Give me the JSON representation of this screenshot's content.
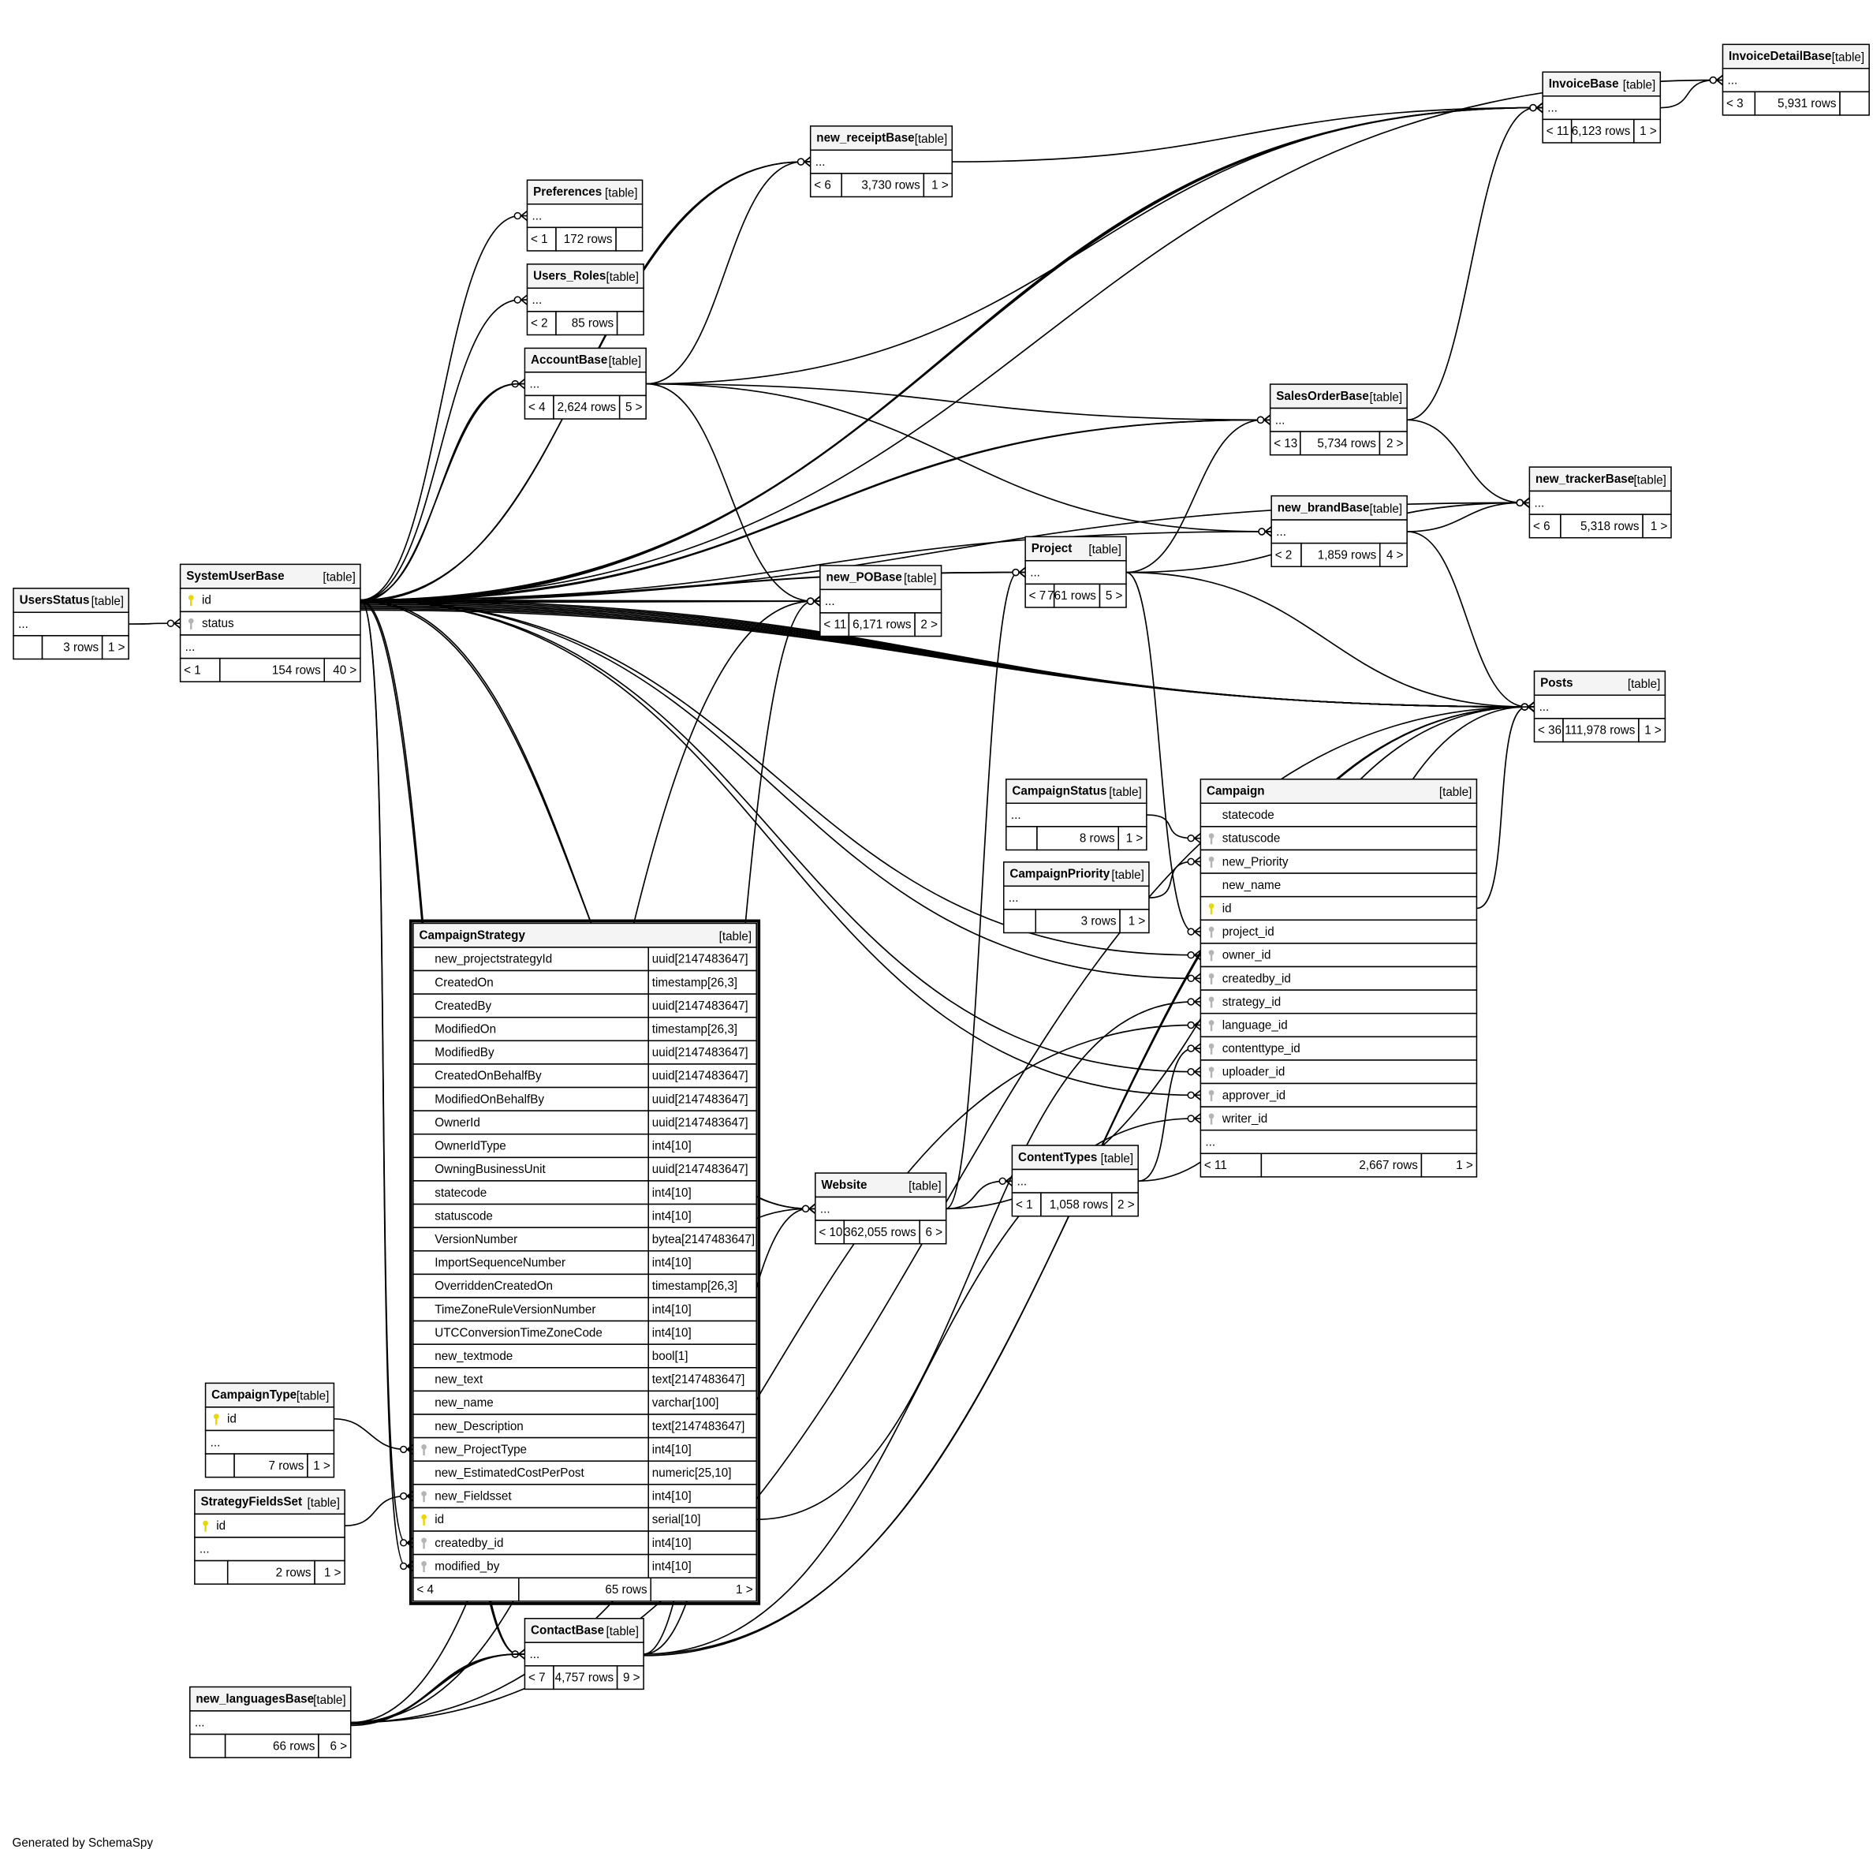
{
  "diagram": {
    "generator_label": "Generated by SchemaSpy",
    "colors": {
      "primary_key": "#e6d800",
      "foreign_key": "#b4b4b4",
      "header": "#f4f4f4",
      "line": "#000000"
    },
    "tables": [
      {
        "name": "UsersStatus",
        "kind": "[table]",
        "columns": [
          {
            "name": "...",
            "key": ""
          }
        ],
        "footer": {
          "parents": "",
          "rows": "3 rows",
          "children": "1 >"
        }
      },
      {
        "name": "SystemUserBase",
        "kind": "[table]",
        "columns": [
          {
            "name": "id",
            "key": "pk"
          },
          {
            "name": "status",
            "key": "fk"
          },
          {
            "name": "...",
            "key": ""
          }
        ],
        "footer": {
          "parents": "< 1",
          "rows": "154 rows",
          "children": "40 >"
        }
      },
      {
        "name": "Preferences",
        "kind": "[table]",
        "columns": [
          {
            "name": "...",
            "key": ""
          }
        ],
        "footer": {
          "parents": "< 1",
          "rows": "172 rows",
          "children": ""
        }
      },
      {
        "name": "Users_Roles",
        "kind": "[table]",
        "columns": [
          {
            "name": "...",
            "key": ""
          }
        ],
        "footer": {
          "parents": "< 2",
          "rows": "85 rows",
          "children": ""
        }
      },
      {
        "name": "AccountBase",
        "kind": "[table]",
        "columns": [
          {
            "name": "...",
            "key": ""
          }
        ],
        "footer": {
          "parents": "< 4",
          "rows": "2,624 rows",
          "children": "5 >"
        }
      },
      {
        "name": "new_receiptBase",
        "kind": "[table]",
        "columns": [
          {
            "name": "...",
            "key": ""
          }
        ],
        "footer": {
          "parents": "< 6",
          "rows": "3,730 rows",
          "children": "1 >"
        }
      },
      {
        "name": "InvoiceBase",
        "kind": "[table]",
        "columns": [
          {
            "name": "...",
            "key": ""
          }
        ],
        "footer": {
          "parents": "< 11",
          "rows": "6,123 rows",
          "children": "1 >"
        }
      },
      {
        "name": "InvoiceDetailBase",
        "kind": "[table]",
        "columns": [
          {
            "name": "...",
            "key": ""
          }
        ],
        "footer": {
          "parents": "< 3",
          "rows": "5,931 rows",
          "children": ""
        }
      },
      {
        "name": "SalesOrderBase",
        "kind": "[table]",
        "columns": [
          {
            "name": "...",
            "key": ""
          }
        ],
        "footer": {
          "parents": "< 13",
          "rows": "5,734 rows",
          "children": "2 >"
        }
      },
      {
        "name": "new_trackerBase",
        "kind": "[table]",
        "columns": [
          {
            "name": "...",
            "key": ""
          }
        ],
        "footer": {
          "parents": "< 6",
          "rows": "5,318 rows",
          "children": "1 >"
        }
      },
      {
        "name": "new_brandBase",
        "kind": "[table]",
        "columns": [
          {
            "name": "...",
            "key": ""
          }
        ],
        "footer": {
          "parents": "< 2",
          "rows": "1,859 rows",
          "children": "4 >"
        }
      },
      {
        "name": "Project",
        "kind": "[table]",
        "columns": [
          {
            "name": "...",
            "key": ""
          }
        ],
        "footer": {
          "parents": "< 7",
          "rows": "761 rows",
          "children": "5 >"
        }
      },
      {
        "name": "new_POBase",
        "kind": "[table]",
        "columns": [
          {
            "name": "...",
            "key": ""
          }
        ],
        "footer": {
          "parents": "< 11",
          "rows": "6,171 rows",
          "children": "2 >"
        }
      },
      {
        "name": "Posts",
        "kind": "[table]",
        "columns": [
          {
            "name": "...",
            "key": ""
          }
        ],
        "footer": {
          "parents": "< 36",
          "rows": "111,978 rows",
          "children": "1 >"
        }
      },
      {
        "name": "CampaignStatus",
        "kind": "[table]",
        "columns": [
          {
            "name": "...",
            "key": ""
          }
        ],
        "footer": {
          "parents": "",
          "rows": "8 rows",
          "children": "1 >"
        }
      },
      {
        "name": "CampaignPriority",
        "kind": "[table]",
        "columns": [
          {
            "name": "...",
            "key": ""
          }
        ],
        "footer": {
          "parents": "",
          "rows": "3 rows",
          "children": "1 >"
        }
      },
      {
        "name": "Campaign",
        "kind": "[table]",
        "columns": [
          {
            "name": "statecode",
            "key": ""
          },
          {
            "name": "statuscode",
            "key": "fk"
          },
          {
            "name": "new_Priority",
            "key": "fk"
          },
          {
            "name": "new_name",
            "key": ""
          },
          {
            "name": "id",
            "key": "pk"
          },
          {
            "name": "project_id",
            "key": "fk"
          },
          {
            "name": "owner_id",
            "key": "fk"
          },
          {
            "name": "createdby_id",
            "key": "fk"
          },
          {
            "name": "strategy_id",
            "key": "fk"
          },
          {
            "name": "language_id",
            "key": "fk"
          },
          {
            "name": "contenttype_id",
            "key": "fk"
          },
          {
            "name": "uploader_id",
            "key": "fk"
          },
          {
            "name": "approver_id",
            "key": "fk"
          },
          {
            "name": "writer_id",
            "key": "fk"
          },
          {
            "name": "...",
            "key": ""
          }
        ],
        "footer": {
          "parents": "< 11",
          "rows": "2,667 rows",
          "children": "1 >"
        }
      },
      {
        "name": "CampaignStrategy",
        "kind": "[table]",
        "columns": [
          {
            "name": "new_projectstrategyId",
            "type": "uuid[2147483647]",
            "key": ""
          },
          {
            "name": "CreatedOn",
            "type": "timestamp[26,3]",
            "key": ""
          },
          {
            "name": "CreatedBy",
            "type": "uuid[2147483647]",
            "key": ""
          },
          {
            "name": "ModifiedOn",
            "type": "timestamp[26,3]",
            "key": ""
          },
          {
            "name": "ModifiedBy",
            "type": "uuid[2147483647]",
            "key": ""
          },
          {
            "name": "CreatedOnBehalfBy",
            "type": "uuid[2147483647]",
            "key": ""
          },
          {
            "name": "ModifiedOnBehalfBy",
            "type": "uuid[2147483647]",
            "key": ""
          },
          {
            "name": "OwnerId",
            "type": "uuid[2147483647]",
            "key": ""
          },
          {
            "name": "OwnerIdType",
            "type": "int4[10]",
            "key": ""
          },
          {
            "name": "OwningBusinessUnit",
            "type": "uuid[2147483647]",
            "key": ""
          },
          {
            "name": "statecode",
            "type": "int4[10]",
            "key": ""
          },
          {
            "name": "statuscode",
            "type": "int4[10]",
            "key": ""
          },
          {
            "name": "VersionNumber",
            "type": "bytea[2147483647]",
            "key": ""
          },
          {
            "name": "ImportSequenceNumber",
            "type": "int4[10]",
            "key": ""
          },
          {
            "name": "OverriddenCreatedOn",
            "type": "timestamp[26,3]",
            "key": ""
          },
          {
            "name": "TimeZoneRuleVersionNumber",
            "type": "int4[10]",
            "key": ""
          },
          {
            "name": "UTCConversionTimeZoneCode",
            "type": "int4[10]",
            "key": ""
          },
          {
            "name": "new_textmode",
            "type": "bool[1]",
            "key": ""
          },
          {
            "name": "new_text",
            "type": "text[2147483647]",
            "key": ""
          },
          {
            "name": "new_name",
            "type": "varchar[100]",
            "key": ""
          },
          {
            "name": "new_Description",
            "type": "text[2147483647]",
            "key": ""
          },
          {
            "name": "new_ProjectType",
            "type": "int4[10]",
            "key": "fk"
          },
          {
            "name": "new_EstimatedCostPerPost",
            "type": "numeric[25,10]",
            "key": ""
          },
          {
            "name": "new_Fieldsset",
            "type": "int4[10]",
            "key": "fk"
          },
          {
            "name": "id",
            "type": "serial[10]",
            "key": "pk"
          },
          {
            "name": "createdby_id",
            "type": "int4[10]",
            "key": "fk"
          },
          {
            "name": "modified_by",
            "type": "int4[10]",
            "key": "fk"
          }
        ],
        "footer": {
          "parents": "< 4",
          "rows": "65 rows",
          "children": "1 >"
        }
      },
      {
        "name": "Website",
        "kind": "[table]",
        "columns": [
          {
            "name": "...",
            "key": ""
          }
        ],
        "footer": {
          "parents": "< 10",
          "rows": "362,055 rows",
          "children": "6 >"
        }
      },
      {
        "name": "ContentTypes",
        "kind": "[table]",
        "columns": [
          {
            "name": "...",
            "key": ""
          }
        ],
        "footer": {
          "parents": "< 1",
          "rows": "1,058 rows",
          "children": "2 >"
        }
      },
      {
        "name": "CampaignType",
        "kind": "[table]",
        "columns": [
          {
            "name": "id",
            "key": "pk"
          },
          {
            "name": "...",
            "key": ""
          }
        ],
        "footer": {
          "parents": "",
          "rows": "7 rows",
          "children": "1 >"
        }
      },
      {
        "name": "StrategyFieldsSet",
        "kind": "[table]",
        "columns": [
          {
            "name": "id",
            "key": "pk"
          },
          {
            "name": "...",
            "key": ""
          }
        ],
        "footer": {
          "parents": "",
          "rows": "2 rows",
          "children": "1 >"
        }
      },
      {
        "name": "ContactBase",
        "kind": "[table]",
        "columns": [
          {
            "name": "...",
            "key": ""
          }
        ],
        "footer": {
          "parents": "< 7",
          "rows": "4,757 rows",
          "children": "9 >"
        }
      },
      {
        "name": "new_languagesBase",
        "kind": "[table]",
        "columns": [
          {
            "name": "...",
            "key": ""
          }
        ],
        "footer": {
          "parents": "",
          "rows": "66 rows",
          "children": "6 >"
        }
      }
    ]
  }
}
